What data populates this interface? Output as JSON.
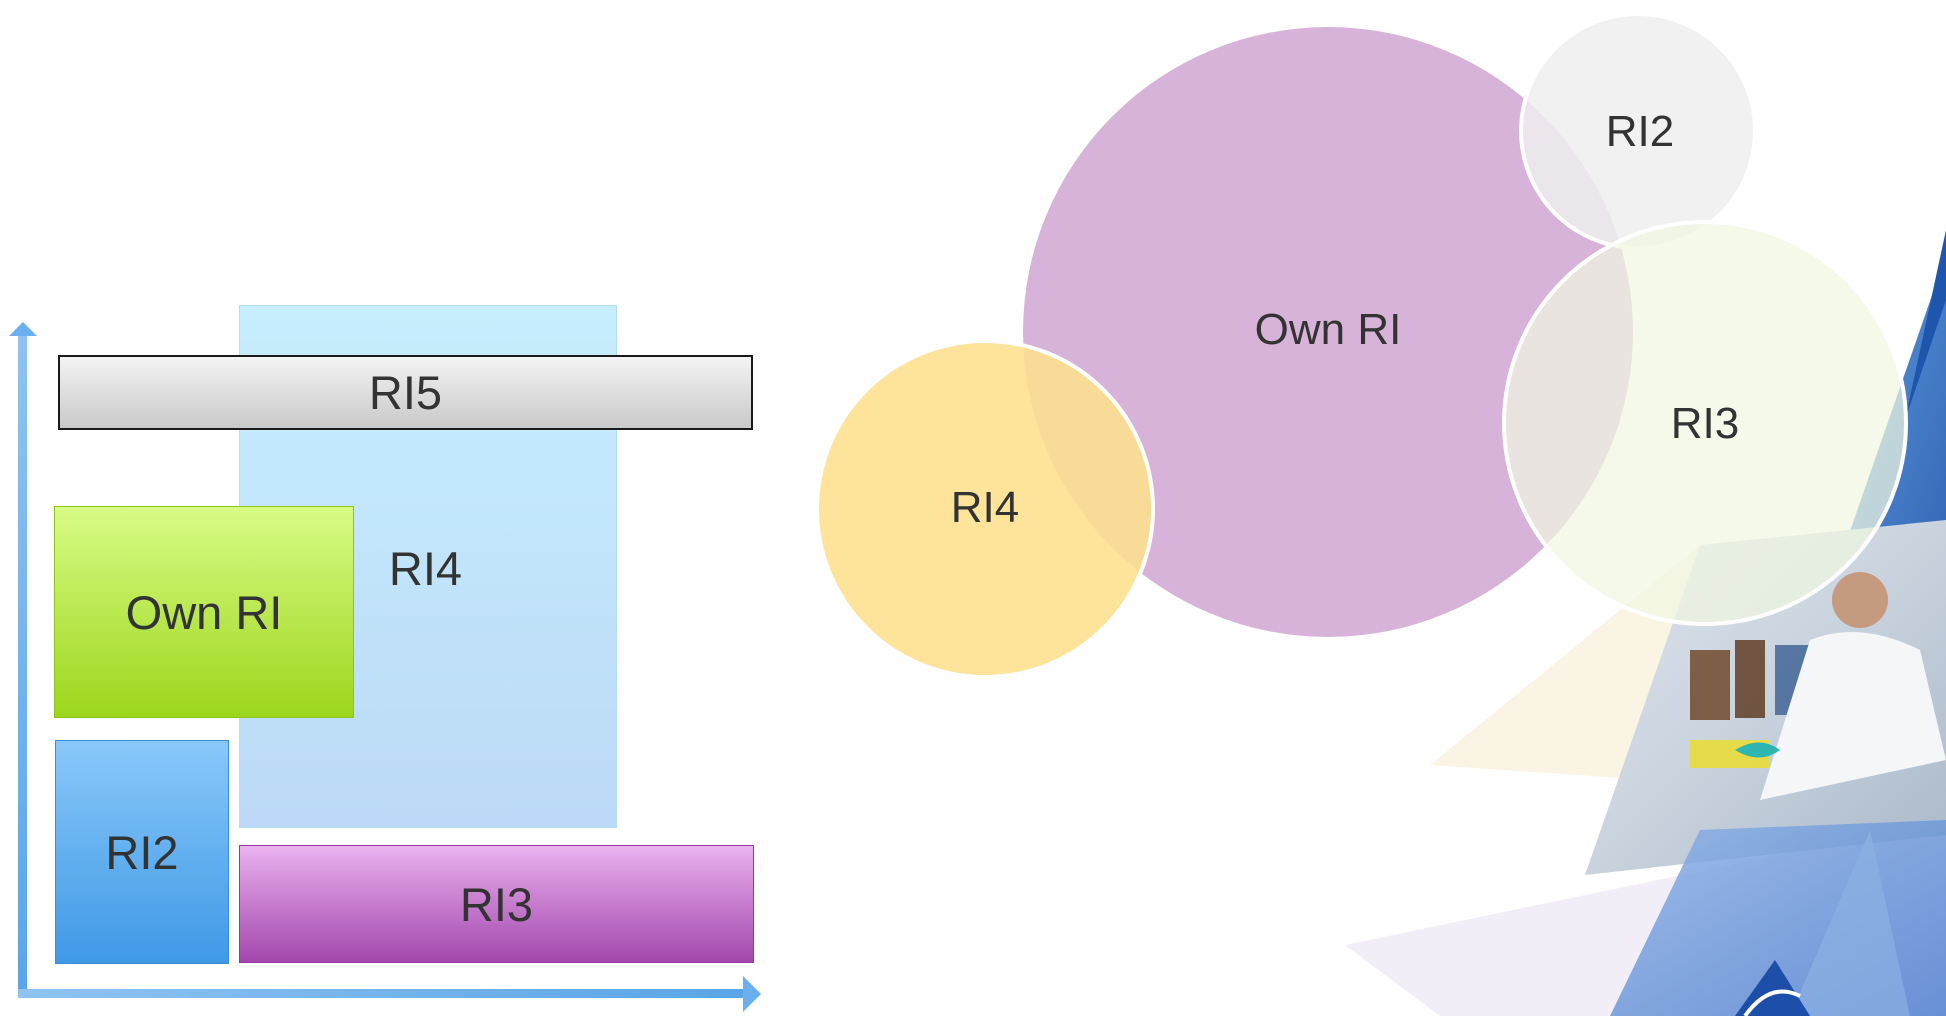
{
  "rect_diagram": {
    "ri4": "RI4",
    "ri5": "RI5",
    "own": "Own RI",
    "ri2": "RI2",
    "ri3": "RI3"
  },
  "venn_diagram": {
    "own": "Own RI",
    "ri2": "RI2",
    "ri3": "RI3",
    "ri4": "RI4"
  },
  "colors": {
    "axis": "#5aa5e8",
    "own_circle": "#d7b3d9",
    "ri2_circle": "#eeeeee",
    "ri3_circle": "#f0f7e0",
    "ri4_circle": "#fde08c",
    "accent_blue": "#2f6bc4"
  },
  "decoration": {
    "photo": "lab-technician-photo"
  }
}
